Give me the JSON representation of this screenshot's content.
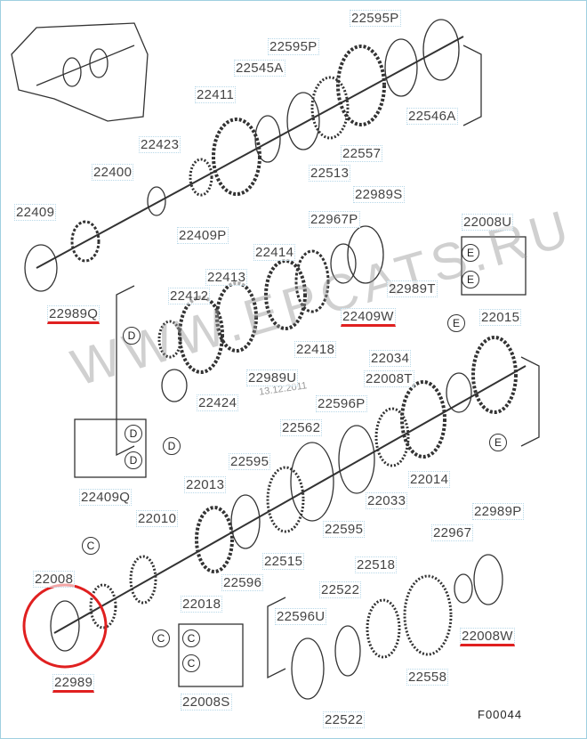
{
  "labels": [
    {
      "text": "22595P"
    },
    {
      "text": "22595P"
    },
    {
      "text": "22545A"
    },
    {
      "text": "22411"
    },
    {
      "text": "22546A"
    },
    {
      "text": "22423"
    },
    {
      "text": "22557"
    },
    {
      "text": "22513"
    },
    {
      "text": "22400"
    },
    {
      "text": "22409"
    },
    {
      "text": "22409P"
    },
    {
      "text": "22989S"
    },
    {
      "text": "22967P"
    },
    {
      "text": "22008U"
    },
    {
      "text": "22414"
    },
    {
      "text": "22413"
    },
    {
      "text": "22989T"
    },
    {
      "text": "22412"
    },
    {
      "text": "22989Q",
      "underlined": true
    },
    {
      "text": "22409W",
      "underlined": true
    },
    {
      "text": "22015"
    },
    {
      "text": "22418"
    },
    {
      "text": "22034"
    },
    {
      "text": "22008T"
    },
    {
      "text": "22989U"
    },
    {
      "text": "22424"
    },
    {
      "text": "22596P"
    },
    {
      "text": "22562"
    },
    {
      "text": "22409Q"
    },
    {
      "text": "22595"
    },
    {
      "text": "22014"
    },
    {
      "text": "22013"
    },
    {
      "text": "22033"
    },
    {
      "text": "22010"
    },
    {
      "text": "22595"
    },
    {
      "text": "22967"
    },
    {
      "text": "22989P"
    },
    {
      "text": "22515"
    },
    {
      "text": "22518"
    },
    {
      "text": "22008"
    },
    {
      "text": "22596"
    },
    {
      "text": "22522"
    },
    {
      "text": "22018"
    },
    {
      "text": "22596U"
    },
    {
      "text": "22008W",
      "underlined": true
    },
    {
      "text": "22558"
    },
    {
      "text": "22989",
      "underlined": true
    },
    {
      "text": "22008S"
    },
    {
      "text": "22522"
    }
  ],
  "callouts": {
    "D": "D",
    "E": "E",
    "C": "C"
  },
  "date_stamp": "13.12.2011",
  "watermark": "WWW.EPCATS.RU",
  "figure_code": "F00044",
  "colors": {
    "highlight": "#e02020",
    "line": "#333333"
  }
}
